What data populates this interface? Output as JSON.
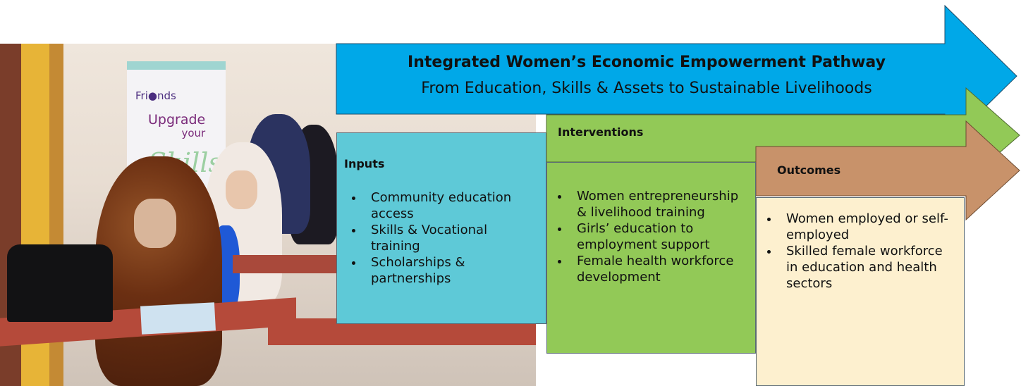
{
  "title": "Integrated Women’s Economic Empowerment Pathway",
  "subtitle": "From Education, Skills & Assets to Sustainable Livelihoods",
  "photo": {
    "banner_brand": "Fri●nds",
    "banner_text_1": "Upgrade",
    "banner_text_2": "your",
    "banner_text_3": "Skills"
  },
  "inputs": {
    "heading": "Inputs",
    "items": [
      "Community education access",
      "Skills & Vocational training",
      "Scholarships & partnerships"
    ]
  },
  "interventions": {
    "heading": "Interventions",
    "items": [
      "Women entrepreneurship & livelihood training",
      "Girls’ education to employment support",
      "Female health workforce development"
    ]
  },
  "outcomes": {
    "heading": "Outcomes",
    "items": [
      "Women employed or self-employed",
      "Skilled female workforce in education and health sectors"
    ]
  },
  "colors": {
    "title_arrow": "#00a8e8",
    "inputs": "#5ec9d7",
    "interventions_arrow": "#92c957",
    "outcomes_arrow": "#c8926a",
    "outcomes_box": "#fdf0cf"
  }
}
